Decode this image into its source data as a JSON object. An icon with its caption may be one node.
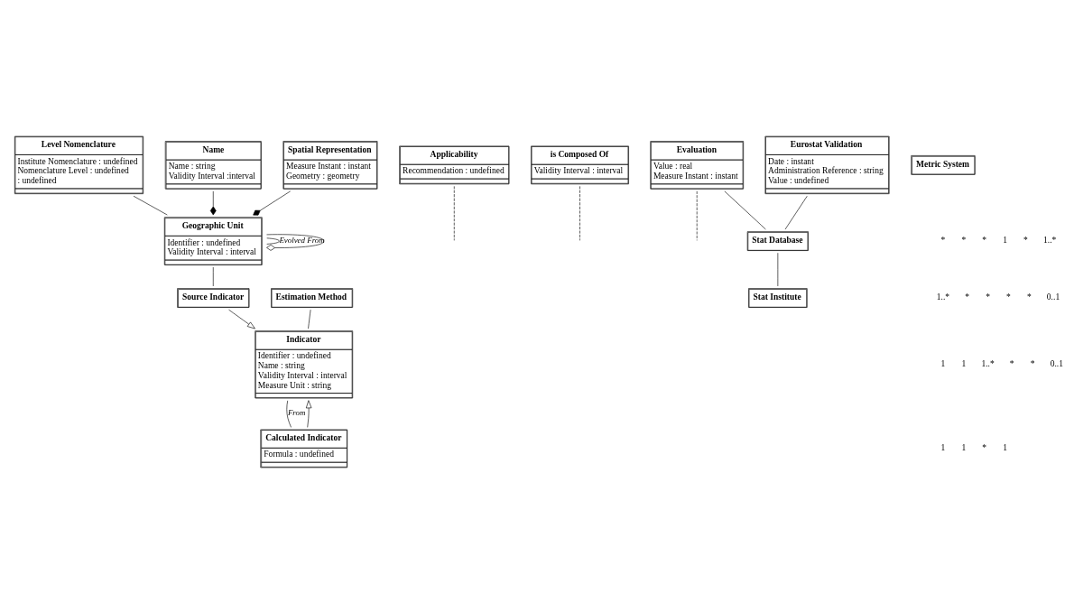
{
  "diagram": {
    "nodes": [
      {
        "text": [
          "Level Nomenclature",
          "Institute Nomenclature : undefined",
          "Nomenclature Level : undefined",
          ": undefined"
        ]
      },
      {
        "text": [
          "Applicability",
          "Recommendation : undefined"
        ]
      },
      {
        "text": [
          "Estimation Method"
        ]
      },
      {
        "text": [
          "Indicator",
          "Identifier : undefined",
          "Name : string",
          "Validity Interval : interval",
          "Measure Unit : string"
        ]
      },
      {
        "text": [
          "is Composed Of",
          "Validity Interval : interval"
        ]
      },
      {
        "text": [
          "Geographic Unit",
          "Identifier : undefined",
          "Validity Interval : interval"
        ]
      },
      {
        "text": [
          "Source Indicator"
        ]
      },
      {
        "text": [
          "Calculated Indicator",
          "Formula : undefined"
        ]
      },
      {
        "text": [
          "Evaluation",
          "Value : real",
          "Measure Instant : instant"
        ]
      },
      {
        "text": [
          "Metric System"
        ]
      },
      {
        "text": [
          "Name",
          "Name : string",
          "Validity Interval :interval"
        ]
      },
      {
        "text": [
          "Spatial Representation",
          "Measure Instant : instant",
          "Geometry : geometry"
        ]
      },
      {
        "text": [
          "Eurostat Validation",
          "Date : instant",
          "Administration Reference : string",
          "Value : undefined"
        ]
      },
      {
        "text": [
          "Stat Database"
        ]
      },
      {
        "text": [
          "Stat Institute"
        ]
      }
    ],
    "edges": [
      {
        "from": 0,
        "to": 5,
        "arrow": "none"
      },
      {
        "from": 5,
        "to": 5,
        "arrow": "none",
        "label": "Evolved From"
      },
      {
        "from": 5,
        "to": 5,
        "arrow": "other"
      },
      {
        "from": 4,
        "to": null,
        "arrow": "none",
        "style": "dashed"
      },
      {
        "from": 10,
        "to": 5,
        "arrow": "other"
      },
      {
        "from": 11,
        "to": 5,
        "arrow": "other"
      },
      {
        "from": 5,
        "to": 6,
        "arrow": "none"
      },
      {
        "from": 8,
        "to": null,
        "arrow": "none",
        "style": "dashed"
      },
      {
        "from": 2,
        "to": 3,
        "arrow": "none"
      },
      {
        "from": 1,
        "to": null,
        "arrow": "none",
        "style": "dashed"
      },
      {
        "from": 6,
        "to": 3,
        "arrow": "to"
      },
      {
        "from": 7,
        "to": 3,
        "arrow": "to"
      },
      {
        "from": 3,
        "to": 7,
        "arrow": "none",
        "label": "From"
      },
      {
        "from": 8,
        "to": 13,
        "arrow": "none"
      },
      {
        "from": 12,
        "to": 13,
        "arrow": "none"
      },
      {
        "from": 13,
        "to": 14,
        "arrow": "none"
      }
    ],
    "labels": [
      "*",
      "*",
      "*",
      "1",
      "*",
      "1..*",
      "1..*",
      "*",
      "*",
      "*",
      "*",
      "0..1",
      "1",
      "1",
      "1..*",
      "*",
      "*",
      "0..1",
      "1",
      "1",
      "*",
      "1"
    ]
  }
}
